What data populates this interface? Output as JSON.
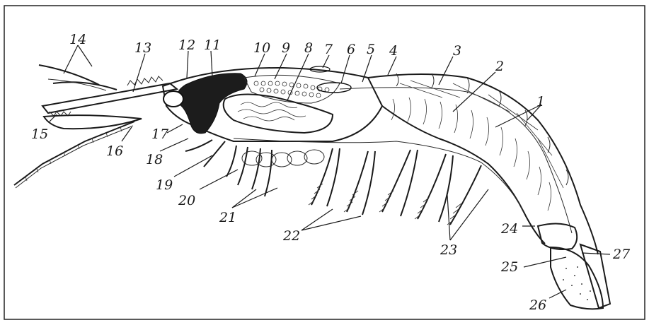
{
  "diagram": {
    "labels": [
      {
        "id": "l1",
        "text": "1"
      },
      {
        "id": "l2",
        "text": "2"
      },
      {
        "id": "l3",
        "text": "3"
      },
      {
        "id": "l4",
        "text": "4"
      },
      {
        "id": "l5",
        "text": "5"
      },
      {
        "id": "l6",
        "text": "6"
      },
      {
        "id": "l7",
        "text": "7"
      },
      {
        "id": "l8",
        "text": "8"
      },
      {
        "id": "l9",
        "text": "9"
      },
      {
        "id": "l10",
        "text": "10"
      },
      {
        "id": "l11",
        "text": "11"
      },
      {
        "id": "l12",
        "text": "12"
      },
      {
        "id": "l13",
        "text": "13"
      },
      {
        "id": "l14",
        "text": "14"
      },
      {
        "id": "l15",
        "text": "15"
      },
      {
        "id": "l16",
        "text": "16"
      },
      {
        "id": "l17",
        "text": "17"
      },
      {
        "id": "l18",
        "text": "18"
      },
      {
        "id": "l19",
        "text": "19"
      },
      {
        "id": "l20",
        "text": "20"
      },
      {
        "id": "l21",
        "text": "21"
      },
      {
        "id": "l22",
        "text": "22"
      },
      {
        "id": "l23",
        "text": "23"
      },
      {
        "id": "l24",
        "text": "24"
      },
      {
        "id": "l25",
        "text": "25"
      },
      {
        "id": "l26",
        "text": "26"
      },
      {
        "id": "l27",
        "text": "27"
      }
    ]
  }
}
